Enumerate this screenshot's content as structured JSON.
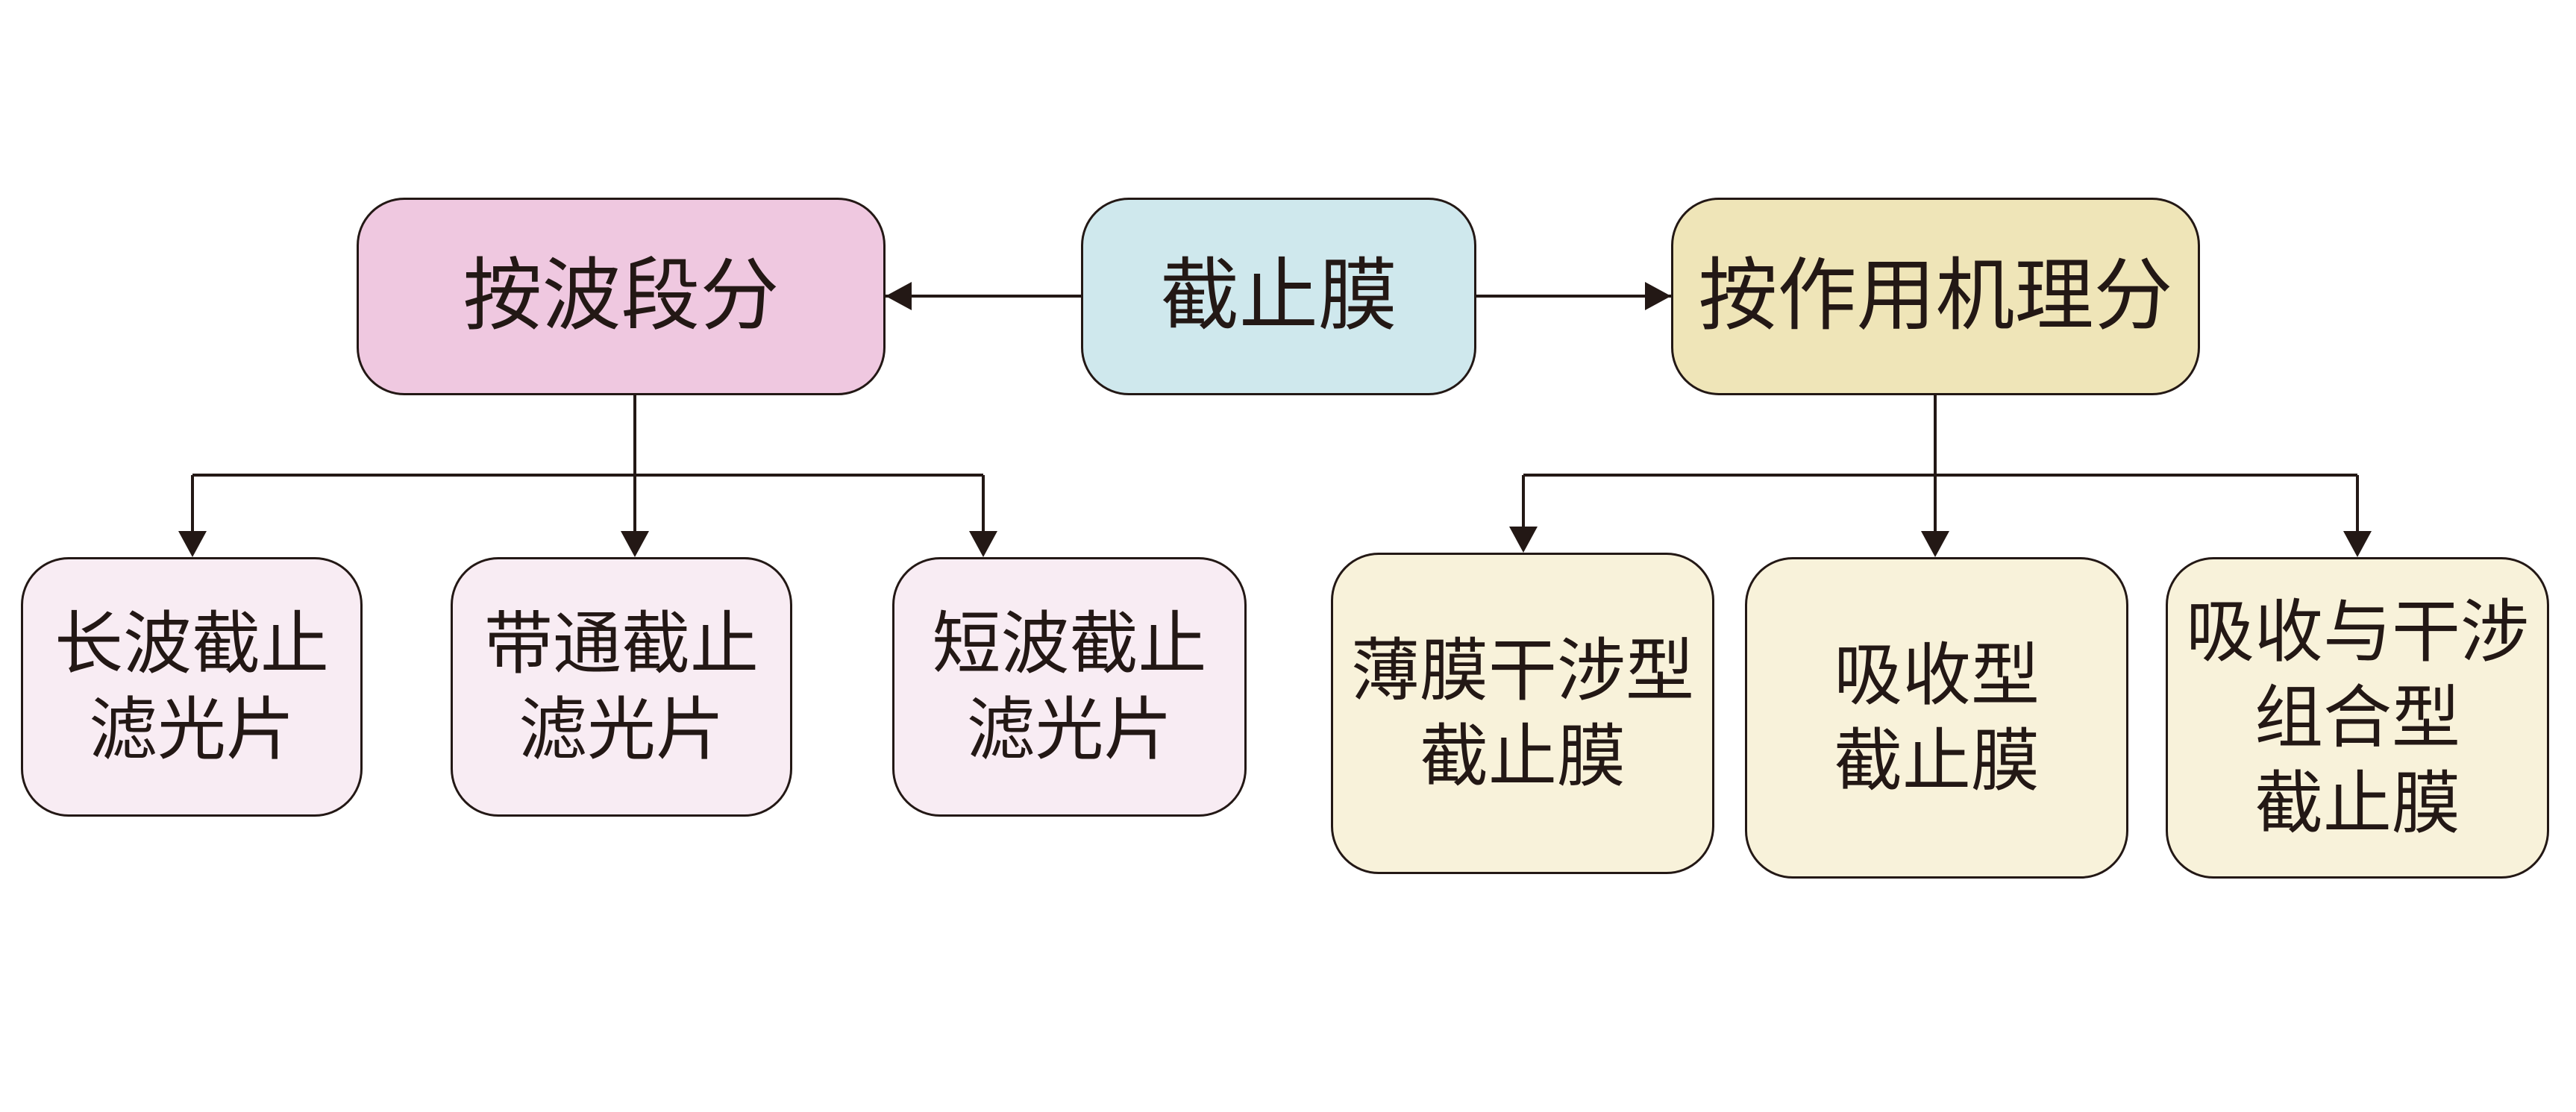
{
  "root": {
    "label": "截止膜",
    "color": "#cfe8ed"
  },
  "by_band": {
    "label": "按波段分",
    "color": "#efc8e0",
    "children": [
      {
        "lines": [
          "长波截止",
          "滤光片"
        ]
      },
      {
        "lines": [
          "带通截止",
          "滤光片"
        ]
      },
      {
        "lines": [
          "短波截止",
          "滤光片"
        ]
      }
    ]
  },
  "by_mechanism": {
    "label": "按作用机理分",
    "color": "#efe5b8",
    "children": [
      {
        "lines": [
          "薄膜干涉型",
          "截止膜"
        ]
      },
      {
        "lines": [
          "吸收型",
          "截止膜"
        ]
      },
      {
        "lines": [
          "吸收与干涉",
          "组合型",
          "截止膜"
        ]
      }
    ]
  },
  "colors": {
    "stroke": "#231815",
    "band_leaf": "#f8ecf3",
    "mechanism_leaf": "#f8f2da"
  }
}
